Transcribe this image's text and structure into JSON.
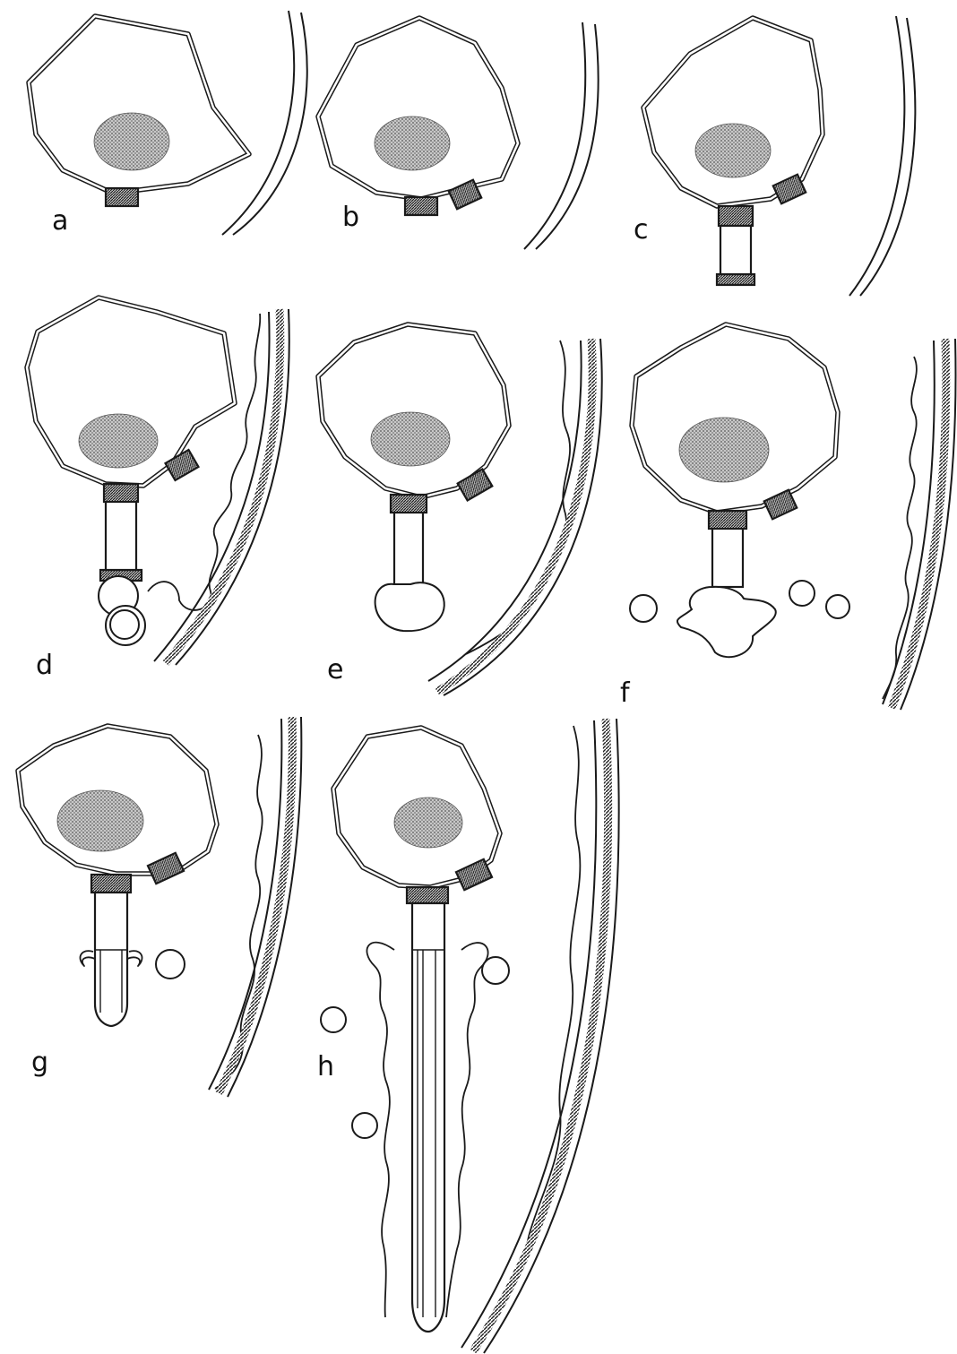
{
  "panels": [
    {
      "id": "a",
      "label": "a"
    },
    {
      "id": "b",
      "label": "b"
    },
    {
      "id": "c",
      "label": "c"
    },
    {
      "id": "d",
      "label": "d"
    },
    {
      "id": "e",
      "label": "e"
    },
    {
      "id": "f",
      "label": "f"
    },
    {
      "id": "g",
      "label": "g"
    },
    {
      "id": "h",
      "label": "h"
    }
  ],
  "colors": {
    "ink": "#1a1a1a",
    "nucleus": "#9a9a9a",
    "background": "#ffffff"
  }
}
